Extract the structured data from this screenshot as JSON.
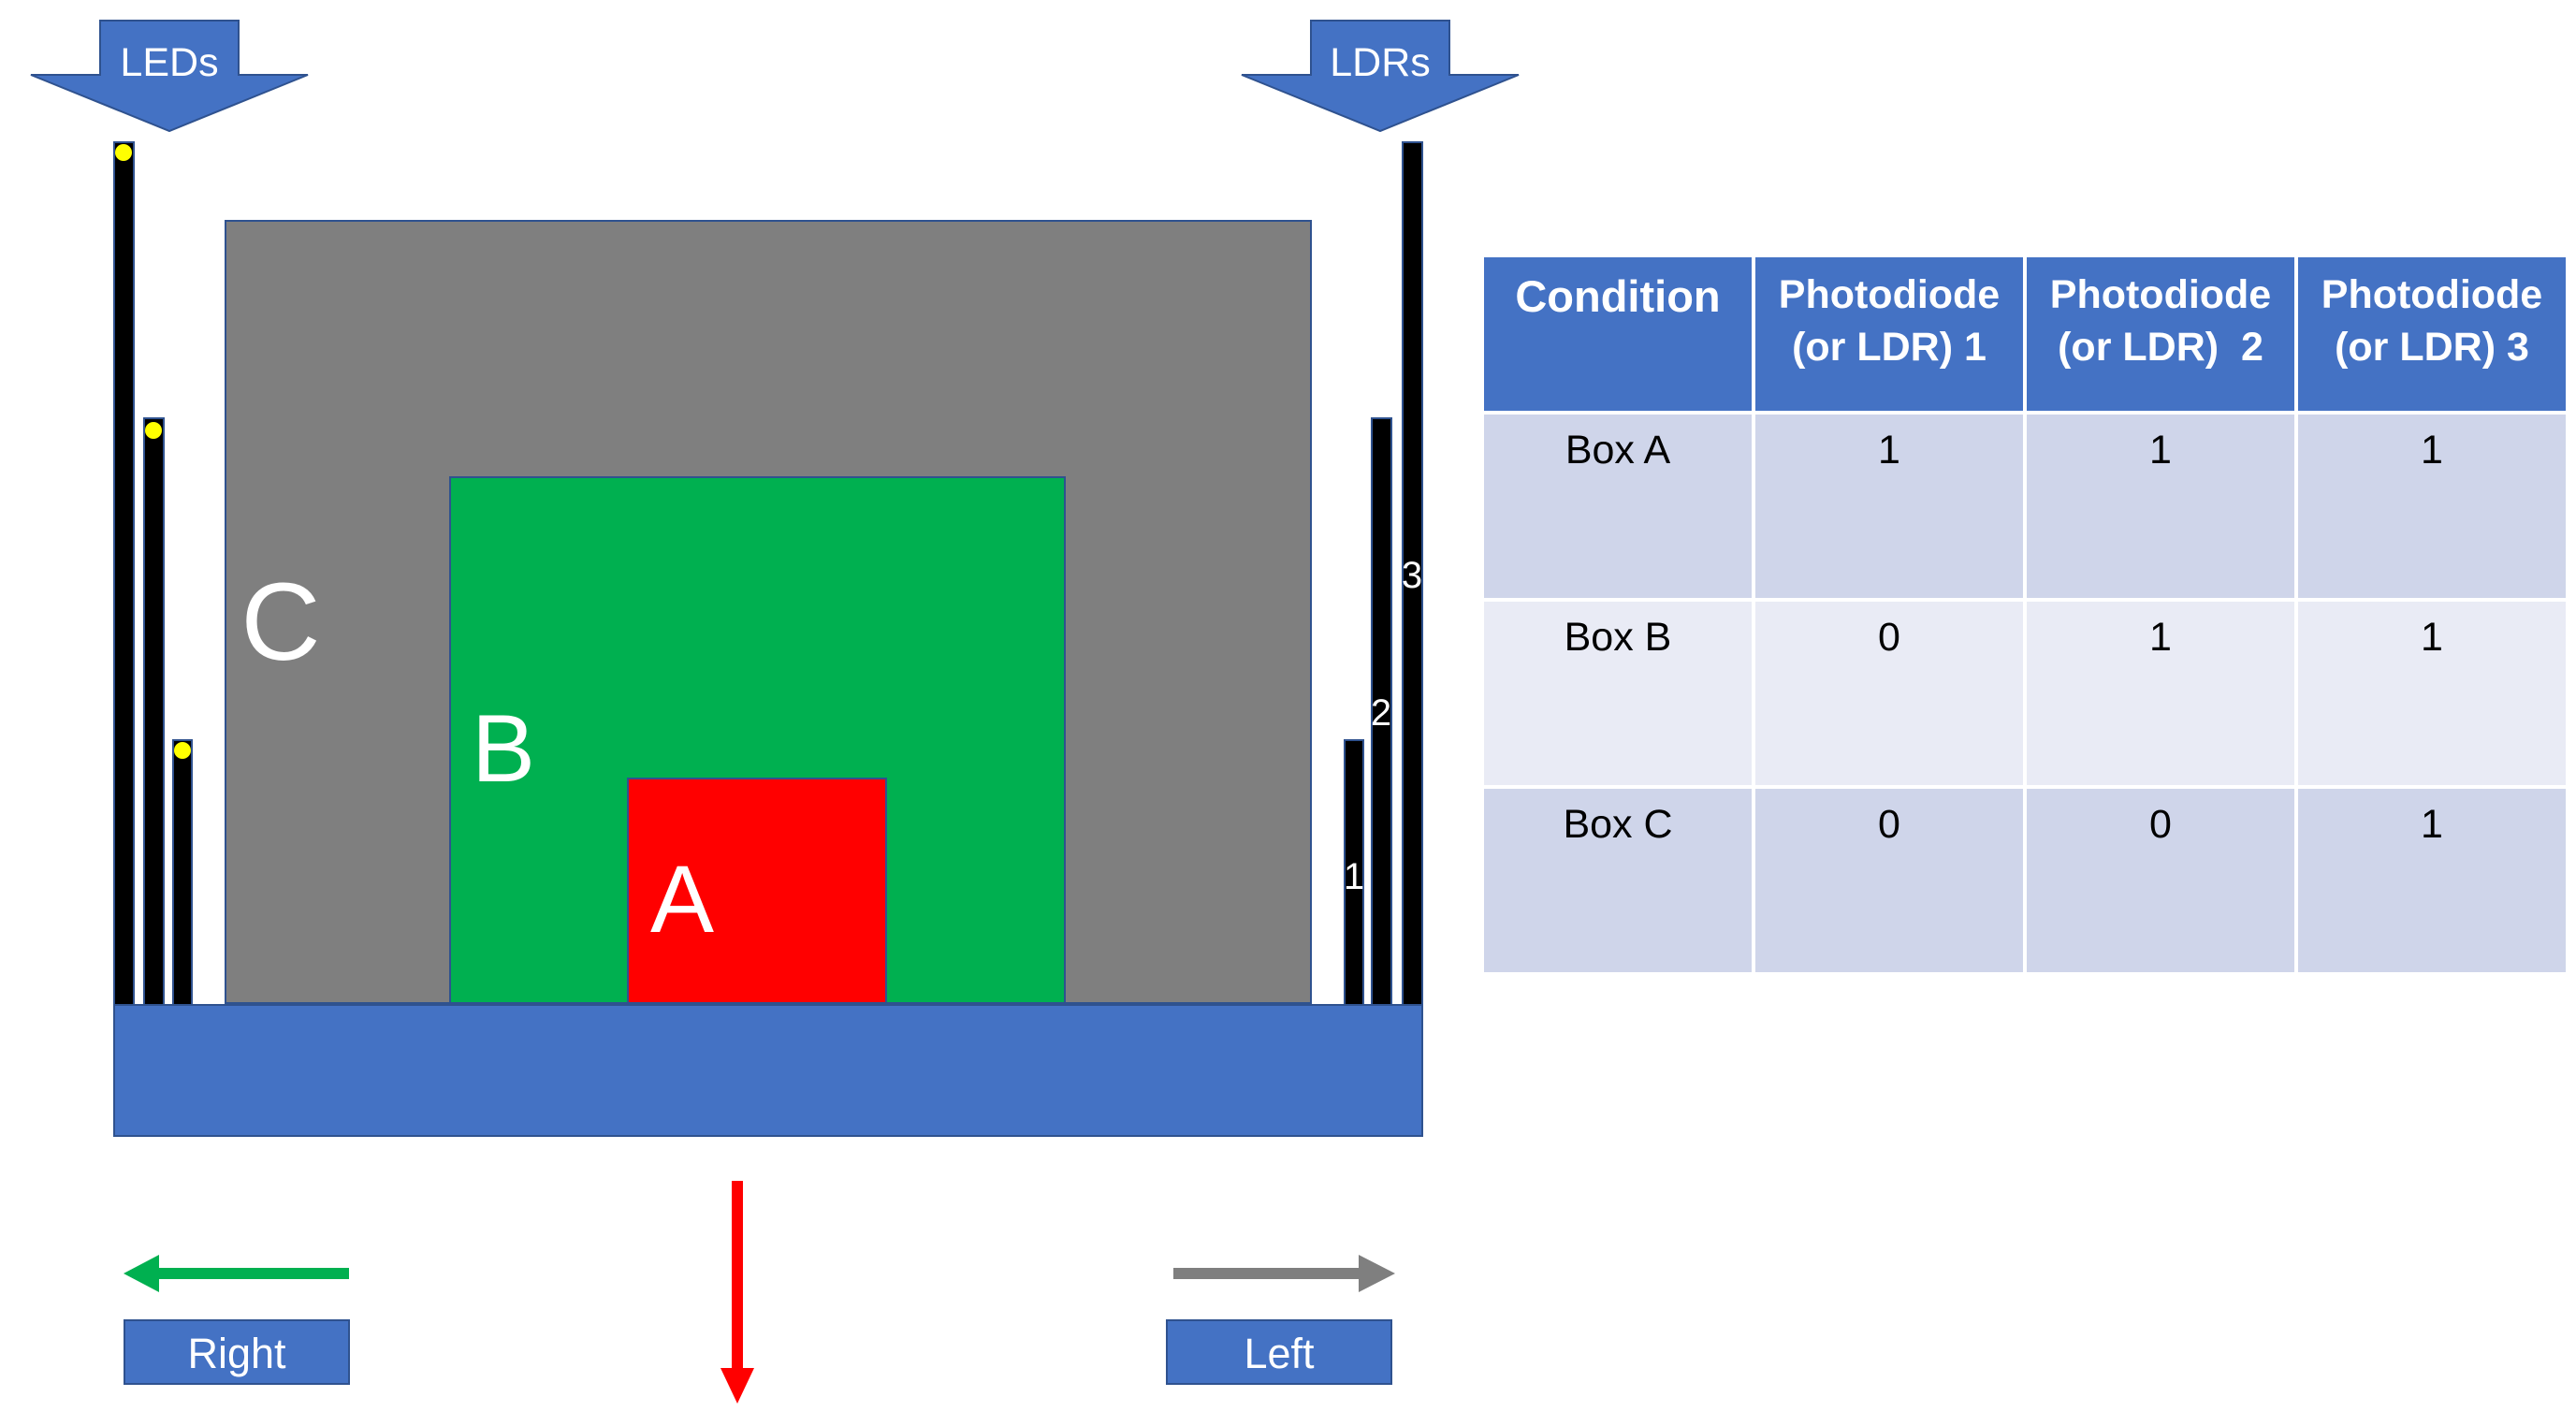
{
  "arrows": {
    "leds_label": "LEDs",
    "ldrs_label": "LDRs",
    "right_label": "Right",
    "left_label": "Left"
  },
  "boxes": {
    "a_label": "A",
    "b_label": "B",
    "c_label": "C"
  },
  "sensors": {
    "labels": [
      "1",
      "2",
      "3"
    ]
  },
  "colors": {
    "blue": "#4472c4",
    "box_a": "#ff0000",
    "box_b": "#00b050",
    "box_c": "#7f7f7f",
    "led": "#ffff00",
    "header": "#4472c4",
    "row_odd": "#cfd5ea",
    "row_even": "#e9ebf5"
  },
  "table": {
    "headers": [
      {
        "line1": "Condition",
        "line2": ""
      },
      {
        "line1": "Photodiode",
        "line2": "(or LDR) 1"
      },
      {
        "line1": "Photodiode",
        "line2": "(or LDR)  2"
      },
      {
        "line1": "Photodiode",
        "line2": "(or LDR) 3"
      }
    ],
    "rows": [
      [
        "Box A",
        "1",
        "1",
        "1"
      ],
      [
        "Box B",
        "0",
        "1",
        "1"
      ],
      [
        "Box C",
        "0",
        "0",
        "1"
      ]
    ]
  }
}
